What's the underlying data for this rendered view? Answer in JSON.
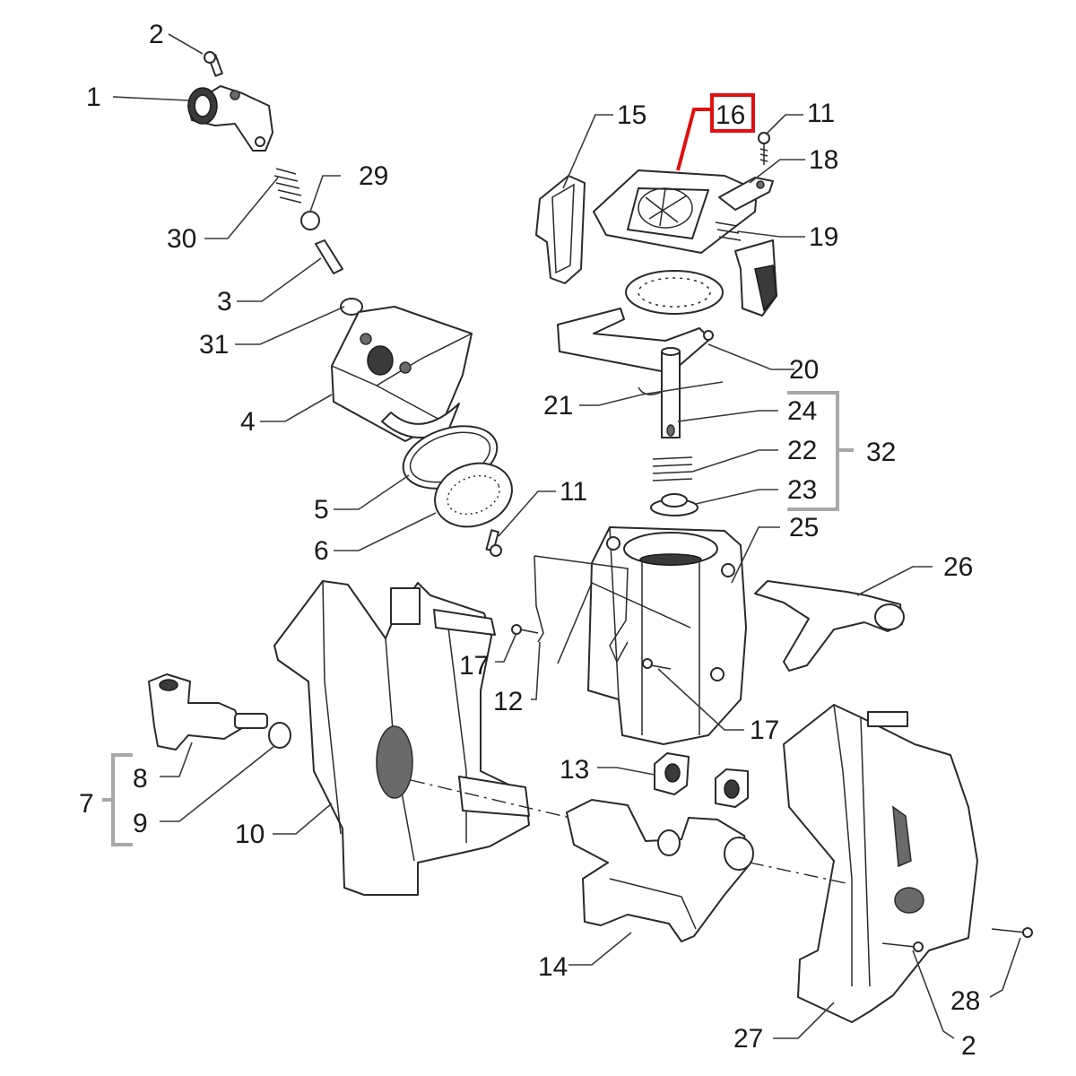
{
  "diagram": {
    "highlight_color": "#e01010",
    "bracket_color": "#a8a8a8",
    "highlighted_part": "16",
    "callouts": {
      "c1": "1",
      "c2a": "2",
      "c2b": "2",
      "c3": "3",
      "c4": "4",
      "c5": "5",
      "c6": "6",
      "c7": "7",
      "c8": "8",
      "c9": "9",
      "c10": "10",
      "c11a": "11",
      "c11b": "11",
      "c12": "12",
      "c13": "13",
      "c14": "14",
      "c15": "15",
      "c16": "16",
      "c17a": "17",
      "c17b": "17",
      "c18": "18",
      "c19": "19",
      "c20": "20",
      "c21": "21",
      "c22": "22",
      "c23": "23",
      "c24": "24",
      "c25": "25",
      "c26": "26",
      "c27": "27",
      "c28": "28",
      "c29": "29",
      "c30": "30",
      "c31": "31",
      "c32": "32"
    }
  }
}
